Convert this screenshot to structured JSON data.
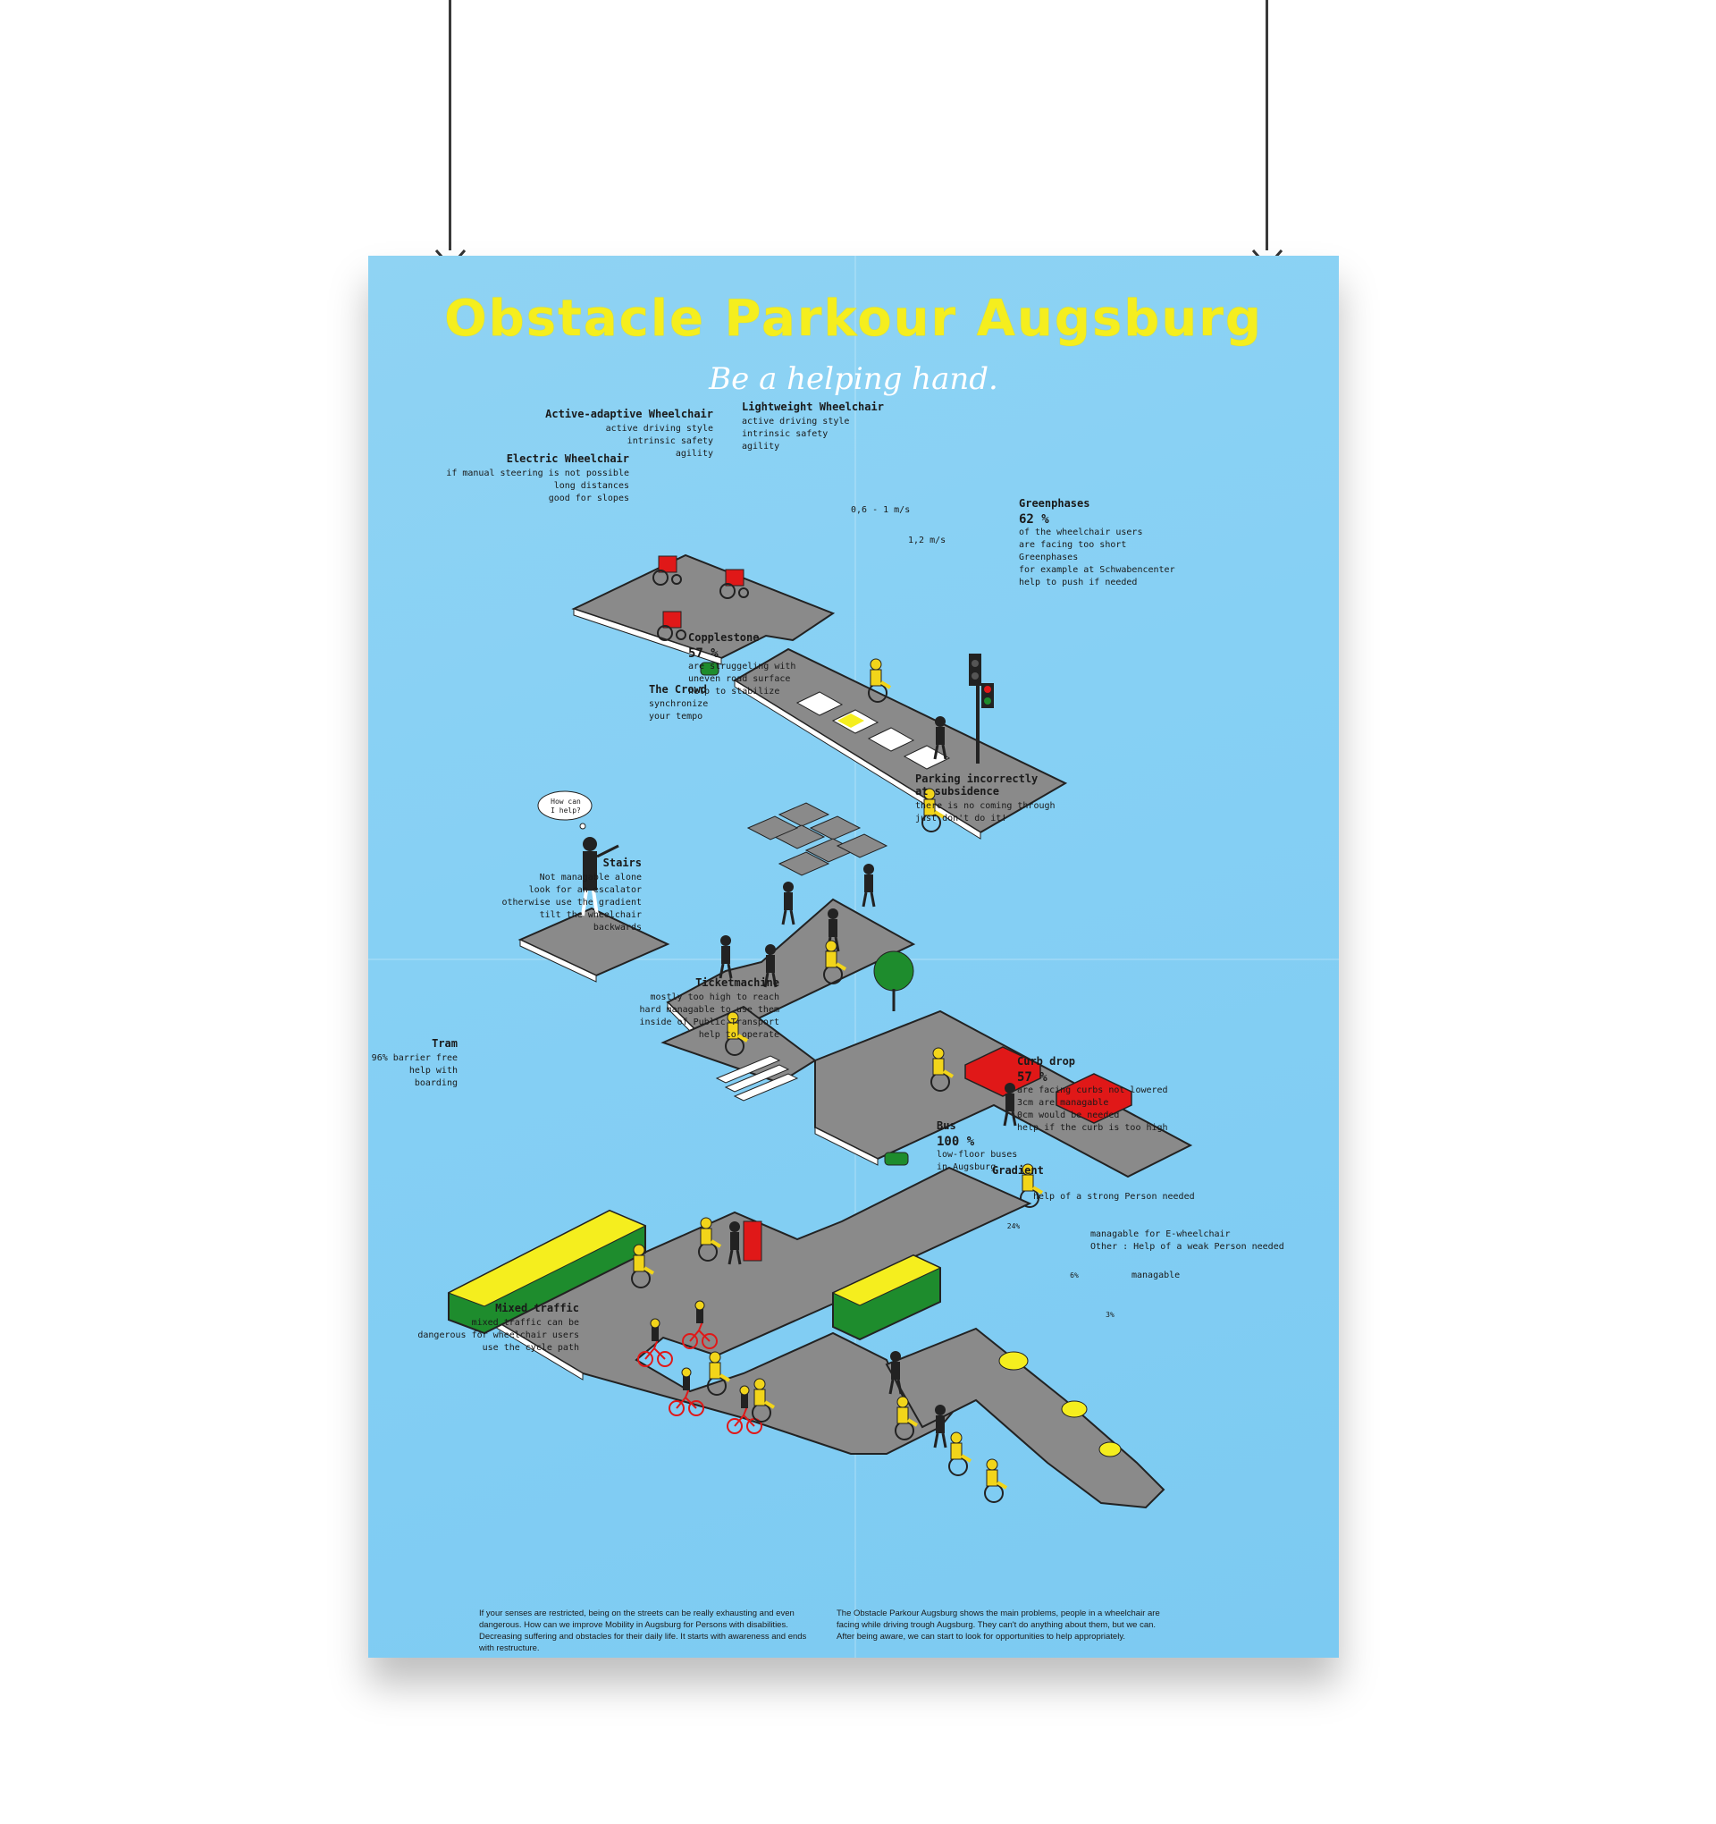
{
  "poster": {
    "title": "Obstacle Parkour Augsburg",
    "subtitle": "Be a helping hand."
  },
  "wheelchairs": {
    "active": {
      "title": "Active-adaptive Wheelchair",
      "lines": [
        "active driving style",
        "intrinsic safety",
        "agility"
      ]
    },
    "lightweight": {
      "title": "Lightweight Wheelchair",
      "lines": [
        "active driving style",
        "intrinsic safety",
        "agility"
      ]
    },
    "electric": {
      "title": "Electric Wheelchair",
      "lines": [
        "if manual steering is not possible",
        "long distances",
        "good for slopes"
      ]
    }
  },
  "speeds": {
    "walk": "0,6 - 1 m/s",
    "cross": "1,2 m/s"
  },
  "greenphases": {
    "title": "Greenphases",
    "percent": "62 %",
    "lines": [
      "of the wheelchair users",
      "are facing too short",
      "Greenphases",
      "for example at Schwabencenter",
      "help to push if needed"
    ]
  },
  "cobblestone": {
    "title": "Copplestone",
    "percent": "57 %",
    "lines": [
      "are struggeling with",
      "uneven road surface",
      "help to stabilize"
    ]
  },
  "crowd": {
    "title": "The Crowd",
    "lines": [
      "synchronize",
      "your tempo"
    ]
  },
  "bubble": "How can I help?",
  "parking": {
    "title_1": "Parking incorrectly",
    "title_2": "at subsidence",
    "lines": [
      "there is no coming through",
      "just don't do it!"
    ]
  },
  "stairs": {
    "title": "Stairs",
    "lines": [
      "Not managable alone",
      "look for an escalator",
      "otherwise use the gradient",
      "tilt the wheelchair backwards"
    ]
  },
  "ticket": {
    "title": "Ticketmachine",
    "lines": [
      "mostly too high to reach",
      "hard managable to use them",
      "inside of Public Transport",
      "help to operate"
    ]
  },
  "tram": {
    "title": "Tram",
    "lines": [
      "96% barrier free",
      "help with boarding"
    ]
  },
  "curb": {
    "title": "Curb drop",
    "percent": "57 %",
    "lines": [
      "are facing curbs not lowered",
      "3cm are managable",
      "0cm would be needed",
      "help if the curb is too high"
    ]
  },
  "bus": {
    "title": "Bus",
    "percent": "100 %",
    "lines": [
      "low-floor buses",
      "in Augsburg"
    ]
  },
  "gradient": {
    "title": "Gradient",
    "lines": [
      "help of a strong Person needed",
      "managable for E-wheelchair",
      "Other : Help of a weak Person needed",
      "managable"
    ],
    "badges": [
      "24%",
      "6%",
      "3%"
    ]
  },
  "mixed": {
    "title": "Mixed traffic",
    "lines": [
      "mixed traffic can be",
      "dangerous for wheelchair users",
      "use the cycle path"
    ]
  },
  "bottom_text": {
    "left": "If your senses are restricted, being on the streets can be really exhausting and even dangerous. How can we improve Mobility in Augsburg for Persons with disabilities. Decreasing suffering and obstacles for their daily life. It starts with awareness and ends with restructure.",
    "right": "The Obstacle Parkour Augsburg shows the main problems, people in a wheelchair are facing while driving trough Augsburg. They can't do anything about them, but we can. After being aware, we can start to look for opportunities to help appropriately."
  },
  "colors": {
    "poster_bg": "#86d0f4",
    "title": "#f5ee1e",
    "road": "#8a8a8a",
    "tram": "#1e8c2d",
    "car": "#e01818",
    "figure": "#f2d51a"
  }
}
